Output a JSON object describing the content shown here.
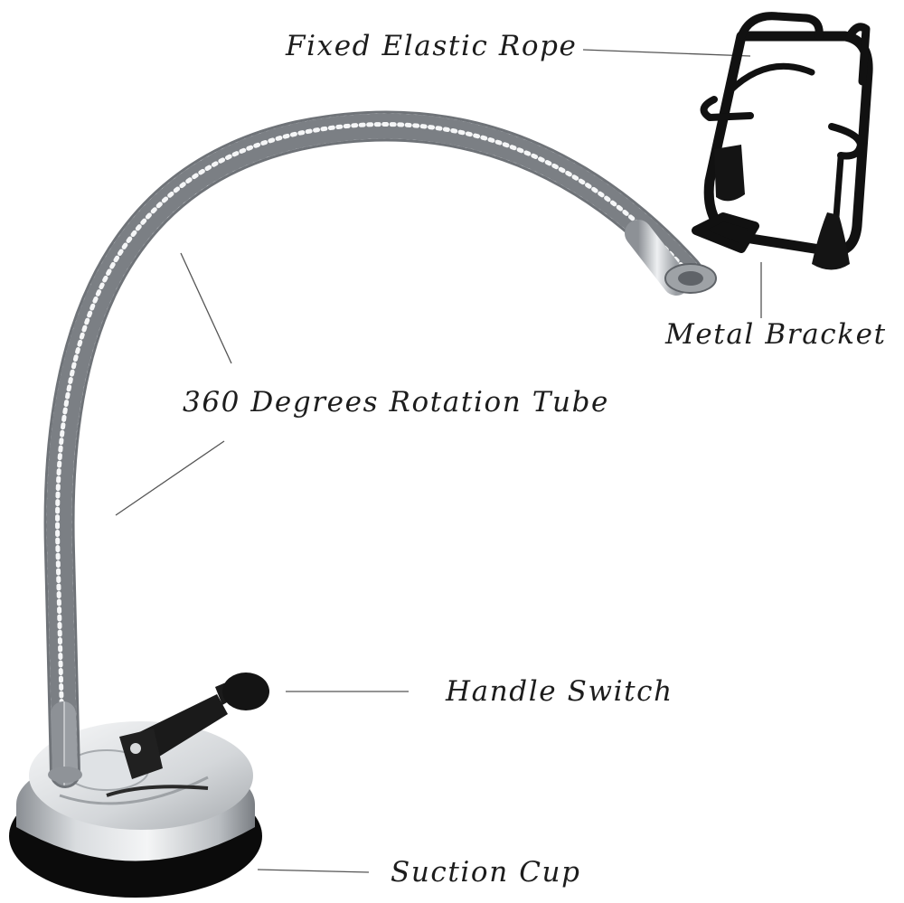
{
  "labels": {
    "elastic_rope": "Fixed Elastic Rope",
    "metal_bracket": "Metal Bracket",
    "rotation_tube": "360 Degrees Rotation Tube",
    "handle_switch": "Handle Switch",
    "suction_cup": "Suction Cup"
  },
  "colors": {
    "background": "#ffffff",
    "label_text": "#1c1c1c",
    "leader_line": "#555555",
    "chrome_light": "#e6e8ea",
    "chrome_dark": "#7d8186",
    "bracket_black": "#111111",
    "rubber_ring": "#0b0b0b"
  }
}
